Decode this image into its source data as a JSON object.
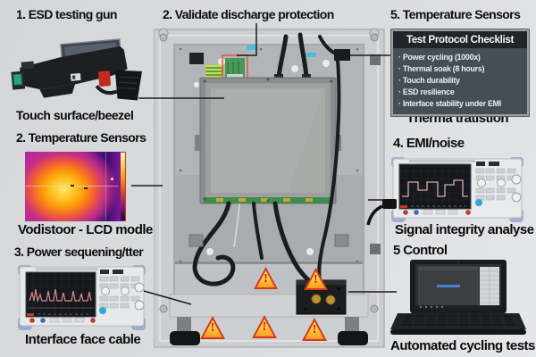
{
  "labels": {
    "esd_title": "1. ESD testing gun",
    "esd_caption": "Touch surface/beezel",
    "validate_title": "2. Validate discharge protection",
    "temp_top_title": "5. Temperature Sensors",
    "temp_top_caption": "Therma tratistion",
    "thermal_title": "2. Temperature Sensors",
    "thermal_caption": "Vodistoor - LCD modle",
    "power_title": "3. Power sequening/tter",
    "power_caption": "Interface face cable",
    "emi_title": "4. EMI/noise",
    "emi_caption": "Signal integrity analyse",
    "control_title": "5 Control",
    "control_caption": "Automated cycling tests"
  },
  "checklist": {
    "title": "Test Protocol Checklist",
    "items": [
      "· Power cycling (1000x)",
      "· Thermal soak (8 hours)",
      "· Touch durability",
      "· ESD resilience",
      "· Interface stability under EMI"
    ]
  },
  "warning": {
    "glyph": "!"
  },
  "colors": {
    "warning_border": "#d8381b",
    "warning_fill": "#ffc23a",
    "checklist_bg": "#454d55",
    "checklist_titlebar": "#1f252b",
    "highlight_box": "#e2572c",
    "thermal_hot": "#ffc527",
    "thermal_cold": "#3f0d6e"
  }
}
